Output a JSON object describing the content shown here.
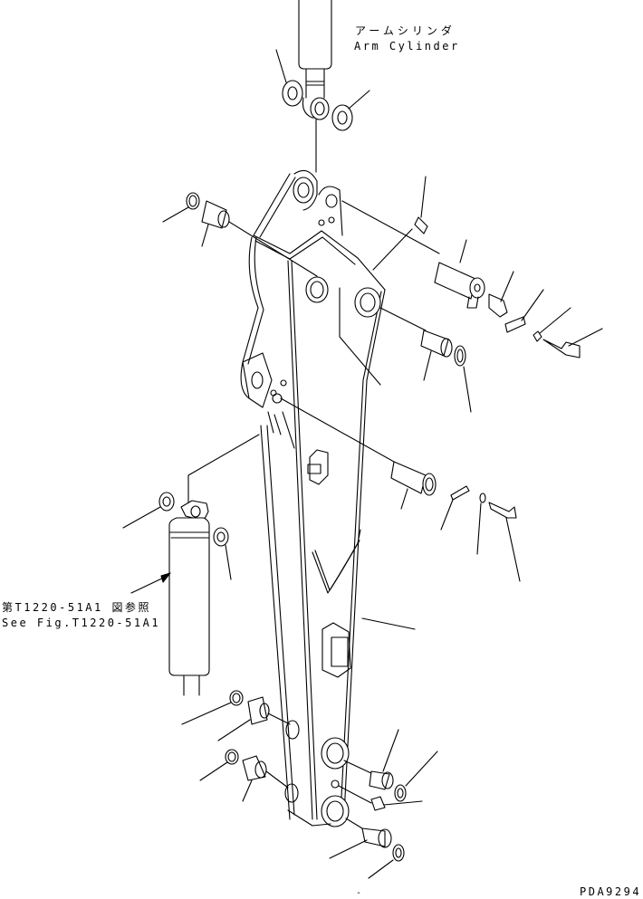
{
  "diagram": {
    "subject": "Excavator arm exploded parts view",
    "labels": {
      "arm_cylinder_jp": "アームシリンダ",
      "arm_cylinder_en": "Arm Cylinder",
      "see_fig_jp": "第T1220-51A1 図参照",
      "see_fig_en": "See Fig.T1220-51A1",
      "drawing_code": "PDA9294",
      "dash_mark": "-"
    },
    "parts": [
      "arm-cylinder",
      "arm",
      "shim-washers",
      "bushings",
      "pins",
      "grease-fittings",
      "lock-plates",
      "washers",
      "bolts",
      "snap-rings",
      "bucket-cylinder",
      "cable-clip",
      "hose-clamp"
    ]
  }
}
